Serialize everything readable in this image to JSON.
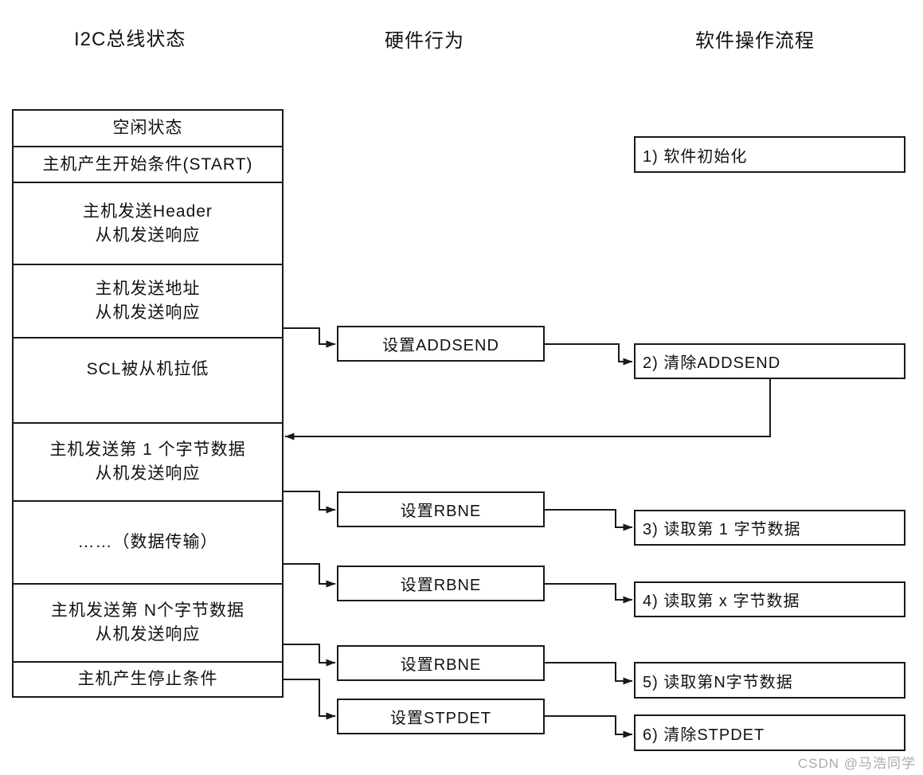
{
  "colors": {
    "line": "#1a1a1a",
    "text": "#121212",
    "watermark": "#ababab",
    "background": "#ffffff"
  },
  "headers": {
    "bus": "I2C总线状态",
    "hardware": "硬件行为",
    "software": "软件操作流程"
  },
  "bus_states": [
    {
      "lines": [
        "空闲状态"
      ]
    },
    {
      "lines": [
        "主机产生开始条件(START)"
      ]
    },
    {
      "lines": [
        "主机发送Header",
        "从机发送响应"
      ]
    },
    {
      "lines": [
        "主机发送地址",
        "从机发送响应"
      ]
    },
    {
      "lines": [
        "SCL被从机拉低"
      ]
    },
    {
      "lines": [
        "主机发送第 1 个字节数据",
        "从机发送响应"
      ]
    },
    {
      "lines": [
        "……（数据传输）"
      ]
    },
    {
      "lines": [
        "主机发送第 N个字节数据",
        "从机发送响应"
      ]
    },
    {
      "lines": [
        "主机产生停止条件"
      ]
    }
  ],
  "hardware_actions": [
    {
      "label": "设置ADDSEND"
    },
    {
      "label": "设置RBNE"
    },
    {
      "label": "设置RBNE"
    },
    {
      "label": "设置RBNE"
    },
    {
      "label": "设置STPDET"
    }
  ],
  "software_steps": [
    {
      "label": "1) 软件初始化"
    },
    {
      "label": "2) 清除ADDSEND"
    },
    {
      "label": "3) 读取第 1 字节数据"
    },
    {
      "label": "4) 读取第 x 字节数据"
    },
    {
      "label": "5) 读取第N字节数据"
    },
    {
      "label": "6) 清除STPDET"
    }
  ],
  "watermark": "CSDN @马浩同学"
}
